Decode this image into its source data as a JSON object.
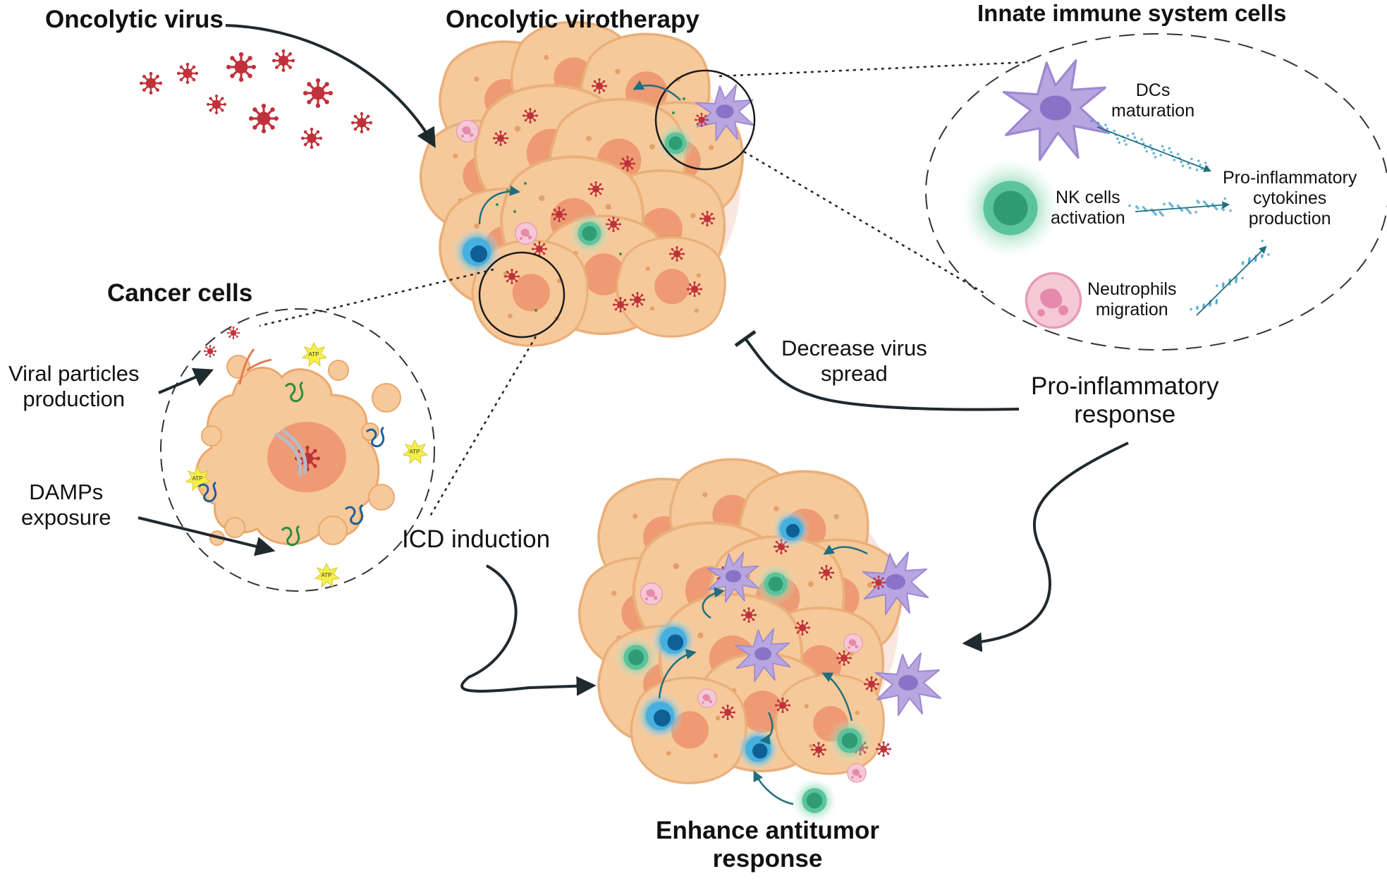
{
  "titles": {
    "oncolytic_virus": "Oncolytic virus",
    "oncolytic_virotherapy": "Oncolytic virotherapy",
    "innate_immune": "Innate immune system cells",
    "cancer_cells": "Cancer cells",
    "enhance_antitumor": [
      "Enhance antitumor",
      "response"
    ]
  },
  "labels": {
    "viral_particles": [
      "Viral particles",
      "production"
    ],
    "damps": [
      "DAMPs",
      "exposure"
    ],
    "icd_induction": "ICD induction",
    "decrease_spread": [
      "Decrease virus",
      "spread"
    ],
    "proinflammatory_response": [
      "Pro-inflammatory",
      "response"
    ],
    "dcs": [
      "DCs",
      "maturation"
    ],
    "nk": [
      "NK cells",
      "activation"
    ],
    "neutrophils": [
      "Neutrophils",
      "migration"
    ],
    "cytokines": [
      "Pro-inflammatory",
      "cytokines",
      "production"
    ]
  },
  "atp_label": "ATP",
  "colors": {
    "virus": "#c0313a",
    "cancer_cell": "#f6c99a",
    "cancer_nucleus": "#ee9a72",
    "tumor_bg": "#f4d3c4",
    "dc": "#b8a6e0",
    "nk": "#3fb68a",
    "tcell": "#2f9fd4",
    "neutrophil": "#f0b4c8",
    "arrow": "#1f2a2f",
    "teal_arrow": "#1f6f80",
    "dots": "#3a9ec7"
  }
}
